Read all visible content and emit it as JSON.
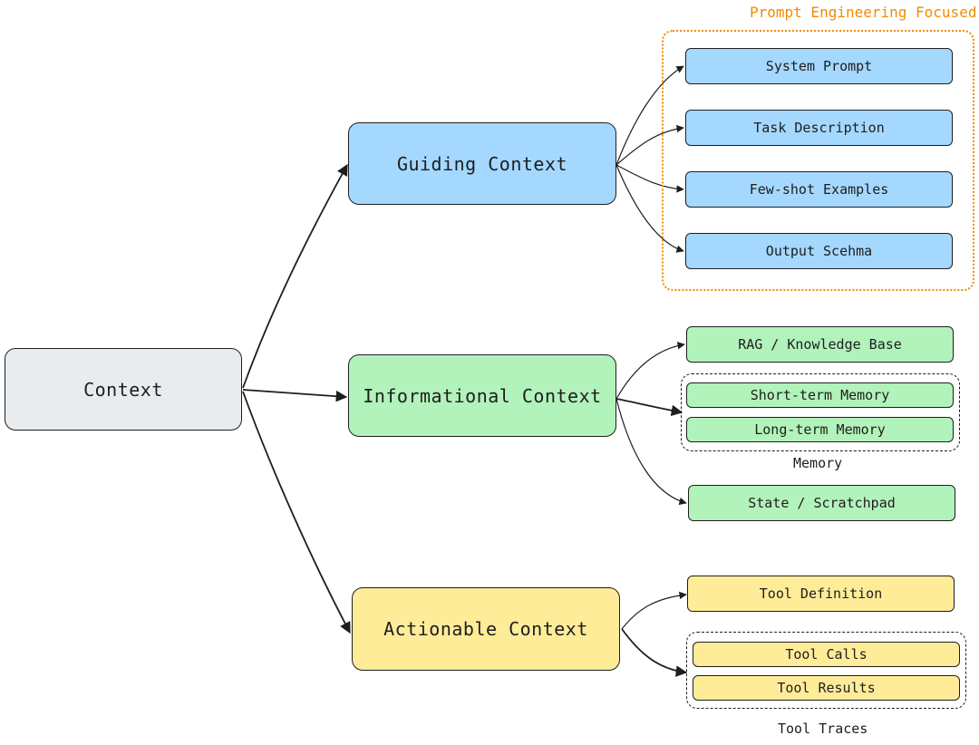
{
  "colors": {
    "root": "#e9ecef",
    "guiding": "#a5d8ff",
    "informational": "#b2f2bb",
    "actionable": "#ffec99",
    "highlight": "#f08c00",
    "stroke": "#1e1e1e"
  },
  "root": {
    "label": "Context"
  },
  "guiding": {
    "label": "Guiding Context",
    "group_label": "Prompt Engineering Focused",
    "children": [
      "System Prompt",
      "Task Description",
      "Few-shot Examples",
      "Output Scehma"
    ]
  },
  "informational": {
    "label": "Informational Context",
    "rag": "RAG / Knowledge Base",
    "memory": {
      "label": "Memory",
      "items": [
        "Short-term Memory",
        "Long-term Memory"
      ]
    },
    "state": "State / Scratchpad"
  },
  "actionable": {
    "label": "Actionable Context",
    "tool_definition": "Tool Definition",
    "traces": {
      "label": "Tool Traces",
      "items": [
        "Tool Calls",
        "Tool Results"
      ]
    }
  }
}
